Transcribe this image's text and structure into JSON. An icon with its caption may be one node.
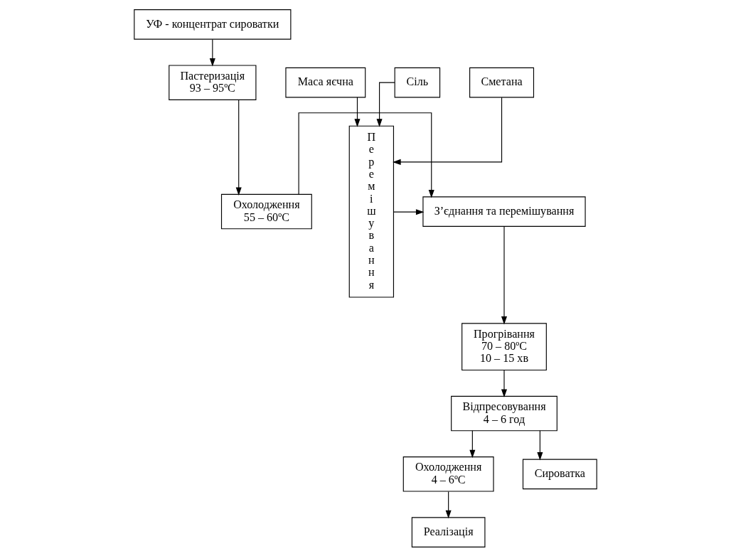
{
  "diagram": {
    "nodes": [
      {
        "text": [
          "УФ - концентрат сироватки"
        ]
      },
      {
        "text": [
          "Пастеризація",
          "93 – 95ºC"
        ]
      },
      {
        "text": [
          "Охолодження",
          "55 – 60ºC"
        ]
      },
      {
        "text": [
          "З’єднання та перемішування"
        ]
      },
      {
        "text": [
          "Перемішування"
        ]
      },
      {
        "text": [
          "Маса яєчна"
        ]
      },
      {
        "text": [
          "Сіль"
        ]
      },
      {
        "text": [
          "Сметана"
        ]
      },
      {
        "text": [
          "Прогрівання",
          "70 – 80ºC",
          "10 – 15 хв"
        ]
      },
      {
        "text": [
          "Відпресовування",
          "4 – 6 год"
        ]
      },
      {
        "text": [
          "Охолодження",
          "4 – 6ºC"
        ]
      },
      {
        "text": [
          "Реалізація"
        ]
      },
      {
        "text": [
          "Сироватка"
        ]
      }
    ],
    "edges": [
      {
        "from": 0,
        "to": 1,
        "arrow": "to"
      },
      {
        "from": 1,
        "to": 2,
        "arrow": "to"
      },
      {
        "from": 2,
        "to": 3,
        "arrow": "to"
      },
      {
        "from": 5,
        "to": 4,
        "arrow": "to"
      },
      {
        "from": 6,
        "to": 4,
        "arrow": "to"
      },
      {
        "from": 7,
        "to": 4,
        "arrow": "to"
      },
      {
        "from": 4,
        "to": 3,
        "arrow": "to"
      },
      {
        "from": 3,
        "to": 8,
        "arrow": "to"
      },
      {
        "from": 8,
        "to": 9,
        "arrow": "to"
      },
      {
        "from": 9,
        "to": 12,
        "arrow": "to"
      },
      {
        "from": 9,
        "to": 10,
        "arrow": "to"
      },
      {
        "from": 10,
        "to": 11,
        "arrow": "to"
      }
    ]
  }
}
